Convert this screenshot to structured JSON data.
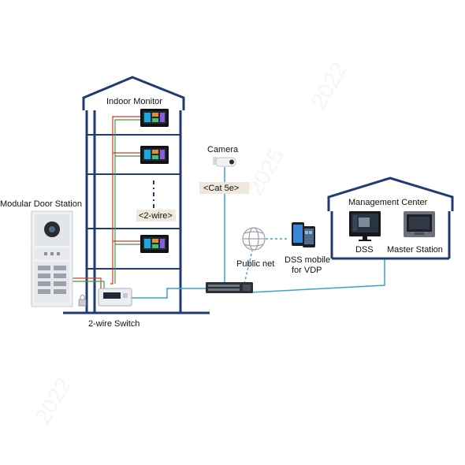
{
  "labels": {
    "indoor_monitor": "Indoor Monitor",
    "camera": "Camera",
    "cat5e": "<Cat 5e>",
    "two_wire": "<2-wire>",
    "modular_door_station": "Modular Door Station",
    "two_wire_switch": "2-wire Switch",
    "public_net": "Public net",
    "dss_mobile_line1": "DSS mobile",
    "dss_mobile_line2": "for VDP",
    "management_center": "Management Center",
    "dss": "DSS",
    "master_station": "Master Station"
  },
  "colors": {
    "building_outline": "#1f3b73",
    "network_cable": "#3aa3cf",
    "wire_red": "#d23a2a",
    "wire_green": "#3a9b4a",
    "label_bg": "#efe9dc",
    "screen_accent": "#1aa9e0"
  },
  "icons": {
    "globe": "globe-icon",
    "camera": "camera-icon",
    "switch": "network-switch-icon",
    "phone": "smartphone-icon",
    "lock": "lock-icon"
  }
}
